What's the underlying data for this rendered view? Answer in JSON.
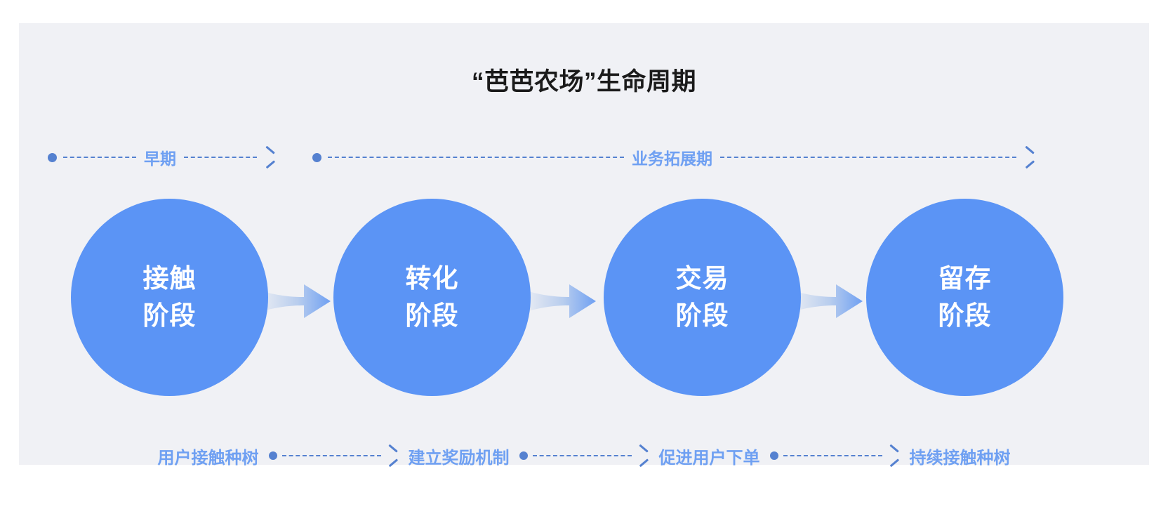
{
  "page": {
    "title": "“芭芭农场”生命周期",
    "background_color": "#f0f1f5",
    "accent_color": "#5b94f5",
    "label_color": "#6fa0f2",
    "line_color": "#5581d0"
  },
  "phases": [
    {
      "label": "早期"
    },
    {
      "label": "业务拓展期"
    }
  ],
  "stages": [
    {
      "line1": "接触",
      "line2": "阶段"
    },
    {
      "line1": "转化",
      "line2": "阶段"
    },
    {
      "line1": "交易",
      "line2": "阶段"
    },
    {
      "line1": "留存",
      "line2": "阶段"
    }
  ],
  "actions": [
    {
      "label": "用户接触种树"
    },
    {
      "label": "建立奖励机制"
    },
    {
      "label": "促进用户下单"
    },
    {
      "label": "持续接触种树"
    }
  ]
}
